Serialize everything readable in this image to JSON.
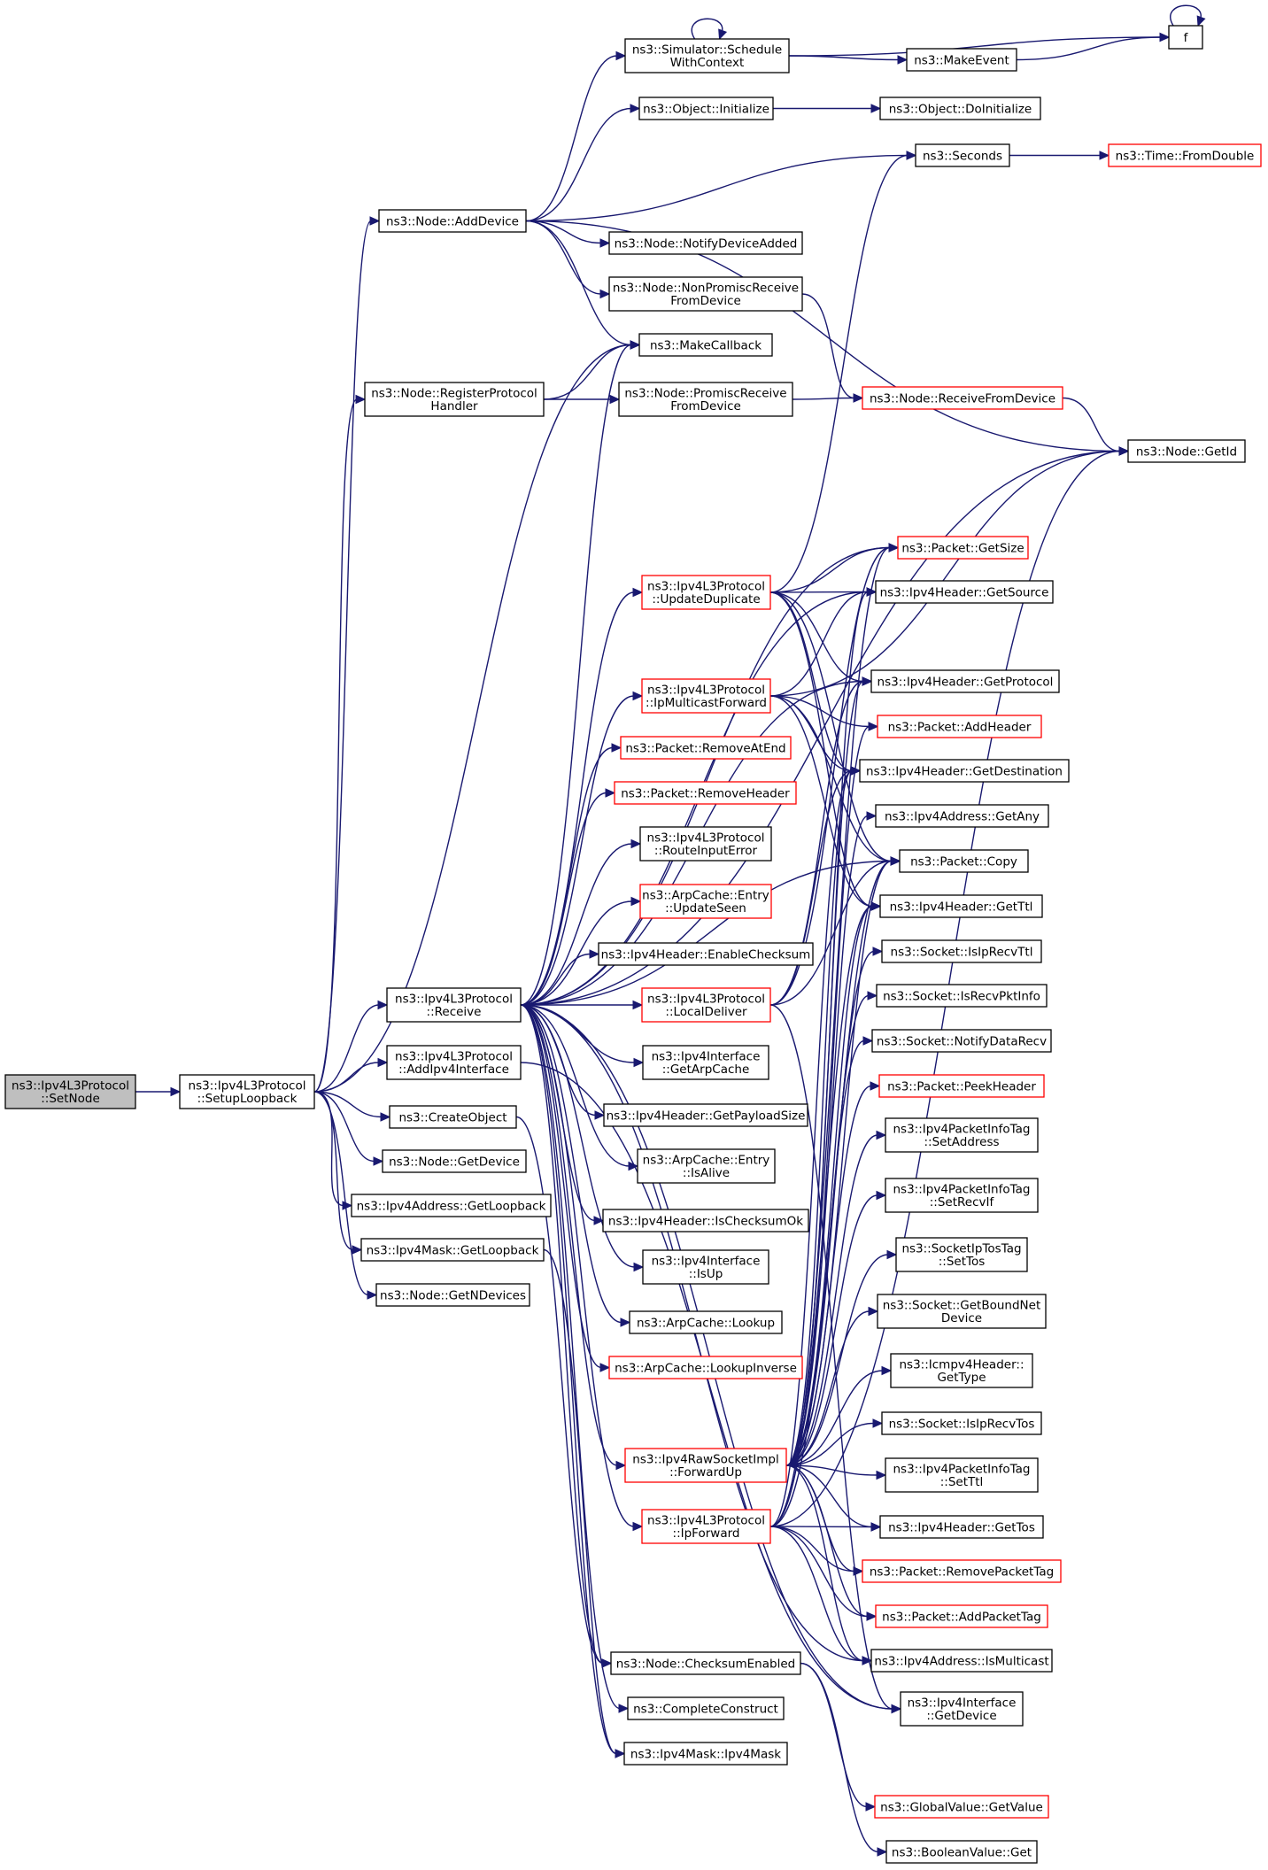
{
  "diagram": {
    "colors": {
      "edge": "#191970",
      "red_border": "#ff0000",
      "root_fill": "#bfbfbf"
    },
    "nodes": [
      {
        "id": "SetNode",
        "lines": [
          "ns3::Ipv4L3Protocol",
          "::SetNode"
        ],
        "style": "root"
      },
      {
        "id": "SetupLoopback",
        "lines": [
          "ns3::Ipv4L3Protocol",
          "::SetupLoopback"
        ]
      },
      {
        "id": "AddDevice",
        "lines": [
          "ns3::Node::AddDevice"
        ]
      },
      {
        "id": "RegisterProtocolHandler",
        "lines": [
          "ns3::Node::RegisterProtocol",
          "Handler"
        ]
      },
      {
        "id": "Receive",
        "lines": [
          "ns3::Ipv4L3Protocol",
          "::Receive"
        ]
      },
      {
        "id": "AddIpv4Interface",
        "lines": [
          "ns3::Ipv4L3Protocol",
          "::AddIpv4Interface"
        ]
      },
      {
        "id": "CreateObject",
        "lines": [
          "ns3::CreateObject"
        ]
      },
      {
        "id": "NodeGetDevice",
        "lines": [
          "ns3::Node::GetDevice"
        ]
      },
      {
        "id": "AddrGetLoopback",
        "lines": [
          "ns3::Ipv4Address::GetLoopback"
        ]
      },
      {
        "id": "MaskGetLoopback",
        "lines": [
          "ns3::Ipv4Mask::GetLoopback"
        ]
      },
      {
        "id": "GetNDevices",
        "lines": [
          "ns3::Node::GetNDevices"
        ]
      },
      {
        "id": "ScheduleWithContext",
        "lines": [
          "ns3::Simulator::Schedule",
          "WithContext"
        ]
      },
      {
        "id": "MakeEvent",
        "lines": [
          "ns3::MakeEvent"
        ]
      },
      {
        "id": "f",
        "lines": [
          "f"
        ]
      },
      {
        "id": "ObjectInitialize",
        "lines": [
          "ns3::Object::Initialize"
        ]
      },
      {
        "id": "DoInitialize",
        "lines": [
          "ns3::Object::DoInitialize"
        ]
      },
      {
        "id": "Seconds",
        "lines": [
          "ns3::Seconds"
        ]
      },
      {
        "id": "FromDouble",
        "lines": [
          "ns3::Time::FromDouble"
        ],
        "style": "red"
      },
      {
        "id": "NotifyDeviceAdded",
        "lines": [
          "ns3::Node::NotifyDeviceAdded"
        ]
      },
      {
        "id": "NonPromiscReceive",
        "lines": [
          "ns3::Node::NonPromiscReceive",
          "FromDevice"
        ]
      },
      {
        "id": "MakeCallback",
        "lines": [
          "ns3::MakeCallback"
        ]
      },
      {
        "id": "PromiscReceive",
        "lines": [
          "ns3::Node::PromiscReceive",
          "FromDevice"
        ]
      },
      {
        "id": "ReceiveFromDevice",
        "lines": [
          "ns3::Node::ReceiveFromDevice"
        ],
        "style": "red"
      },
      {
        "id": "NodeGetId",
        "lines": [
          "ns3::Node::GetId"
        ]
      },
      {
        "id": "PacketGetSize",
        "lines": [
          "ns3::Packet::GetSize"
        ],
        "style": "red"
      },
      {
        "id": "UpdateDuplicate",
        "lines": [
          "ns3::Ipv4L3Protocol",
          "::UpdateDuplicate"
        ],
        "style": "red"
      },
      {
        "id": "HdrGetSource",
        "lines": [
          "ns3::Ipv4Header::GetSource"
        ]
      },
      {
        "id": "HdrGetProtocol",
        "lines": [
          "ns3::Ipv4Header::GetProtocol"
        ]
      },
      {
        "id": "IpMulticastForward",
        "lines": [
          "ns3::Ipv4L3Protocol",
          "::IpMulticastForward"
        ],
        "style": "red"
      },
      {
        "id": "PacketAddHeader",
        "lines": [
          "ns3::Packet::AddHeader"
        ],
        "style": "red"
      },
      {
        "id": "RemoveAtEnd",
        "lines": [
          "ns3::Packet::RemoveAtEnd"
        ],
        "style": "red"
      },
      {
        "id": "HdrGetDestination",
        "lines": [
          "ns3::Ipv4Header::GetDestination"
        ]
      },
      {
        "id": "RemoveHeader",
        "lines": [
          "ns3::Packet::RemoveHeader"
        ],
        "style": "red"
      },
      {
        "id": "AddrGetAny",
        "lines": [
          "ns3::Ipv4Address::GetAny"
        ]
      },
      {
        "id": "RouteInputError",
        "lines": [
          "ns3::Ipv4L3Protocol",
          "::RouteInputError"
        ]
      },
      {
        "id": "PacketCopy",
        "lines": [
          "ns3::Packet::Copy"
        ]
      },
      {
        "id": "UpdateSeen",
        "lines": [
          "ns3::ArpCache::Entry",
          "::UpdateSeen"
        ],
        "style": "red"
      },
      {
        "id": "HdrGetTtl",
        "lines": [
          "ns3::Ipv4Header::GetTtl"
        ]
      },
      {
        "id": "EnableChecksum",
        "lines": [
          "ns3::Ipv4Header::EnableChecksum"
        ]
      },
      {
        "id": "IsIpRecvTtl",
        "lines": [
          "ns3::Socket::IsIpRecvTtl"
        ]
      },
      {
        "id": "LocalDeliver",
        "lines": [
          "ns3::Ipv4L3Protocol",
          "::LocalDeliver"
        ],
        "style": "red"
      },
      {
        "id": "IsRecvPktInfo",
        "lines": [
          "ns3::Socket::IsRecvPktInfo"
        ]
      },
      {
        "id": "NotifyDataRecv",
        "lines": [
          "ns3::Socket::NotifyDataRecv"
        ]
      },
      {
        "id": "GetArpCache",
        "lines": [
          "ns3::Ipv4Interface",
          "::GetArpCache"
        ]
      },
      {
        "id": "PeekHeader",
        "lines": [
          "ns3::Packet::PeekHeader"
        ],
        "style": "red"
      },
      {
        "id": "GetPayloadSize",
        "lines": [
          "ns3::Ipv4Header::GetPayloadSize"
        ]
      },
      {
        "id": "SetAddress",
        "lines": [
          "ns3::Ipv4PacketInfoTag",
          "::SetAddress"
        ]
      },
      {
        "id": "IsAlive",
        "lines": [
          "ns3::ArpCache::Entry",
          "::IsAlive"
        ]
      },
      {
        "id": "SetRecvIf",
        "lines": [
          "ns3::Ipv4PacketInfoTag",
          "::SetRecvIf"
        ]
      },
      {
        "id": "IsChecksumOk",
        "lines": [
          "ns3::Ipv4Header::IsChecksumOk"
        ]
      },
      {
        "id": "SetTos",
        "lines": [
          "ns3::SocketIpTosTag",
          "::SetTos"
        ]
      },
      {
        "id": "IfaceIsUp",
        "lines": [
          "ns3::Ipv4Interface",
          "::IsUp"
        ]
      },
      {
        "id": "GetBoundNetDevice",
        "lines": [
          "ns3::Socket::GetBoundNet",
          "Device"
        ]
      },
      {
        "id": "ArpLookup",
        "lines": [
          "ns3::ArpCache::Lookup"
        ]
      },
      {
        "id": "LookupInverse",
        "lines": [
          "ns3::ArpCache::LookupInverse"
        ],
        "style": "red"
      },
      {
        "id": "IcmpGetType",
        "lines": [
          "ns3::Icmpv4Header::",
          "GetType"
        ]
      },
      {
        "id": "IsIpRecvTos",
        "lines": [
          "ns3::Socket::IsIpRecvTos"
        ]
      },
      {
        "id": "ForwardUp",
        "lines": [
          "ns3::Ipv4RawSocketImpl",
          "::ForwardUp"
        ],
        "style": "red"
      },
      {
        "id": "SetTtl",
        "lines": [
          "ns3::Ipv4PacketInfoTag",
          "::SetTtl"
        ]
      },
      {
        "id": "IpForward",
        "lines": [
          "ns3::Ipv4L3Protocol",
          "::IpForward"
        ],
        "style": "red"
      },
      {
        "id": "HdrGetTos",
        "lines": [
          "ns3::Ipv4Header::GetTos"
        ]
      },
      {
        "id": "RemovePacketTag",
        "lines": [
          "ns3::Packet::RemovePacketTag"
        ],
        "style": "red"
      },
      {
        "id": "AddPacketTag",
        "lines": [
          "ns3::Packet::AddPacketTag"
        ],
        "style": "red"
      },
      {
        "id": "ChecksumEnabled",
        "lines": [
          "ns3::Node::ChecksumEnabled"
        ]
      },
      {
        "id": "IsMulticast",
        "lines": [
          "ns3::Ipv4Address::IsMulticast"
        ]
      },
      {
        "id": "IfaceGetDevice",
        "lines": [
          "ns3::Ipv4Interface",
          "::GetDevice"
        ]
      },
      {
        "id": "CompleteConstruct",
        "lines": [
          "ns3::CompleteConstruct"
        ]
      },
      {
        "id": "Ipv4MaskCtor",
        "lines": [
          "ns3::Ipv4Mask::Ipv4Mask"
        ]
      },
      {
        "id": "GlobalGetValue",
        "lines": [
          "ns3::GlobalValue::GetValue"
        ],
        "style": "red"
      },
      {
        "id": "BooleanGet",
        "lines": [
          "ns3::BooleanValue::Get"
        ]
      }
    ],
    "edges": [
      [
        "SetNode",
        "SetupLoopback"
      ],
      [
        "SetupLoopback",
        "AddDevice"
      ],
      [
        "SetupLoopback",
        "RegisterProtocolHandler"
      ],
      [
        "SetupLoopback",
        "Receive"
      ],
      [
        "SetupLoopback",
        "AddIpv4Interface"
      ],
      [
        "SetupLoopback",
        "CreateObject"
      ],
      [
        "SetupLoopback",
        "NodeGetDevice"
      ],
      [
        "SetupLoopback",
        "AddrGetLoopback"
      ],
      [
        "SetupLoopback",
        "MaskGetLoopback"
      ],
      [
        "SetupLoopback",
        "GetNDevices"
      ],
      [
        "SetupLoopback",
        "MakeCallback"
      ],
      [
        "AddDevice",
        "ScheduleWithContext"
      ],
      [
        "AddDevice",
        "ObjectInitialize"
      ],
      [
        "AddDevice",
        "Seconds"
      ],
      [
        "AddDevice",
        "NodeGetId"
      ],
      [
        "AddDevice",
        "NotifyDeviceAdded"
      ],
      [
        "AddDevice",
        "NonPromiscReceive"
      ],
      [
        "AddDevice",
        "MakeCallback"
      ],
      [
        "ScheduleWithContext",
        "ScheduleWithContext"
      ],
      [
        "ScheduleWithContext",
        "MakeEvent"
      ],
      [
        "ScheduleWithContext",
        "f"
      ],
      [
        "MakeEvent",
        "f"
      ],
      [
        "f",
        "f"
      ],
      [
        "ObjectInitialize",
        "DoInitialize"
      ],
      [
        "Seconds",
        "FromDouble"
      ],
      [
        "NonPromiscReceive",
        "ReceiveFromDevice"
      ],
      [
        "RegisterProtocolHandler",
        "MakeCallback"
      ],
      [
        "RegisterProtocolHandler",
        "PromiscReceive"
      ],
      [
        "PromiscReceive",
        "ReceiveFromDevice"
      ],
      [
        "ReceiveFromDevice",
        "NodeGetId"
      ],
      [
        "Receive",
        "MakeCallback"
      ],
      [
        "Receive",
        "NodeGetId"
      ],
      [
        "Receive",
        "PacketGetSize"
      ],
      [
        "Receive",
        "HdrGetSource"
      ],
      [
        "Receive",
        "UpdateDuplicate"
      ],
      [
        "Receive",
        "HdrGetProtocol"
      ],
      [
        "Receive",
        "IpMulticastForward"
      ],
      [
        "Receive",
        "RemoveAtEnd"
      ],
      [
        "Receive",
        "RemoveHeader"
      ],
      [
        "Receive",
        "RouteInputError"
      ],
      [
        "Receive",
        "UpdateSeen"
      ],
      [
        "Receive",
        "EnableChecksum"
      ],
      [
        "Receive",
        "LocalDeliver"
      ],
      [
        "Receive",
        "GetArpCache"
      ],
      [
        "Receive",
        "GetPayloadSize"
      ],
      [
        "Receive",
        "IsAlive"
      ],
      [
        "Receive",
        "IsChecksumOk"
      ],
      [
        "Receive",
        "IfaceIsUp"
      ],
      [
        "Receive",
        "ArpLookup"
      ],
      [
        "Receive",
        "LookupInverse"
      ],
      [
        "Receive",
        "ForwardUp"
      ],
      [
        "Receive",
        "IpForward"
      ],
      [
        "Receive",
        "PacketCopy"
      ],
      [
        "Receive",
        "ChecksumEnabled"
      ],
      [
        "Receive",
        "CompleteConstruct"
      ],
      [
        "Receive",
        "Ipv4MaskCtor"
      ],
      [
        "Receive",
        "IsMulticast"
      ],
      [
        "Receive",
        "IfaceGetDevice"
      ],
      [
        "UpdateDuplicate",
        "Seconds"
      ],
      [
        "UpdateDuplicate",
        "PacketGetSize"
      ],
      [
        "UpdateDuplicate",
        "HdrGetSource"
      ],
      [
        "UpdateDuplicate",
        "HdrGetProtocol"
      ],
      [
        "UpdateDuplicate",
        "HdrGetDestination"
      ],
      [
        "UpdateDuplicate",
        "PacketCopy"
      ],
      [
        "UpdateDuplicate",
        "HdrGetTtl"
      ],
      [
        "IpMulticastForward",
        "NodeGetId"
      ],
      [
        "IpMulticastForward",
        "HdrGetSource"
      ],
      [
        "IpMulticastForward",
        "PacketAddHeader"
      ],
      [
        "IpMulticastForward",
        "HdrGetDestination"
      ],
      [
        "IpMulticastForward",
        "PacketCopy"
      ],
      [
        "IpMulticastForward",
        "HdrGetTtl"
      ],
      [
        "LocalDeliver",
        "PacketGetSize"
      ],
      [
        "LocalDeliver",
        "HdrGetProtocol"
      ],
      [
        "LocalDeliver",
        "HdrGetDestination"
      ],
      [
        "LocalDeliver",
        "PacketCopy"
      ],
      [
        "LocalDeliver",
        "IfaceGetDevice"
      ],
      [
        "ForwardUp",
        "HdrGetSource"
      ],
      [
        "ForwardUp",
        "HdrGetProtocol"
      ],
      [
        "ForwardUp",
        "PacketAddHeader"
      ],
      [
        "ForwardUp",
        "HdrGetDestination"
      ],
      [
        "ForwardUp",
        "AddrGetAny"
      ],
      [
        "ForwardUp",
        "PacketCopy"
      ],
      [
        "ForwardUp",
        "HdrGetTtl"
      ],
      [
        "ForwardUp",
        "IsIpRecvTtl"
      ],
      [
        "ForwardUp",
        "IsRecvPktInfo"
      ],
      [
        "ForwardUp",
        "NotifyDataRecv"
      ],
      [
        "ForwardUp",
        "PeekHeader"
      ],
      [
        "ForwardUp",
        "SetAddress"
      ],
      [
        "ForwardUp",
        "SetRecvIf"
      ],
      [
        "ForwardUp",
        "SetTos"
      ],
      [
        "ForwardUp",
        "GetBoundNetDevice"
      ],
      [
        "ForwardUp",
        "IcmpGetType"
      ],
      [
        "ForwardUp",
        "IsIpRecvTos"
      ],
      [
        "ForwardUp",
        "SetTtl"
      ],
      [
        "ForwardUp",
        "HdrGetTos"
      ],
      [
        "ForwardUp",
        "RemovePacketTag"
      ],
      [
        "ForwardUp",
        "AddPacketTag"
      ],
      [
        "ForwardUp",
        "IsMulticast"
      ],
      [
        "IpForward",
        "PacketGetSize"
      ],
      [
        "IpForward",
        "HdrGetDestination"
      ],
      [
        "IpForward",
        "PacketCopy"
      ],
      [
        "IpForward",
        "HdrGetTtl"
      ],
      [
        "IpForward",
        "HdrGetTos"
      ],
      [
        "IpForward",
        "RemovePacketTag"
      ],
      [
        "IpForward",
        "AddPacketTag"
      ],
      [
        "IpForward",
        "IsMulticast"
      ],
      [
        "IpForward",
        "NodeGetId"
      ],
      [
        "AddIpv4Interface",
        "IfaceGetDevice"
      ],
      [
        "CreateObject",
        "ChecksumEnabled"
      ],
      [
        "MaskGetLoopback",
        "Ipv4MaskCtor"
      ],
      [
        "ChecksumEnabled",
        "GlobalGetValue"
      ],
      [
        "ChecksumEnabled",
        "BooleanGet"
      ]
    ]
  }
}
